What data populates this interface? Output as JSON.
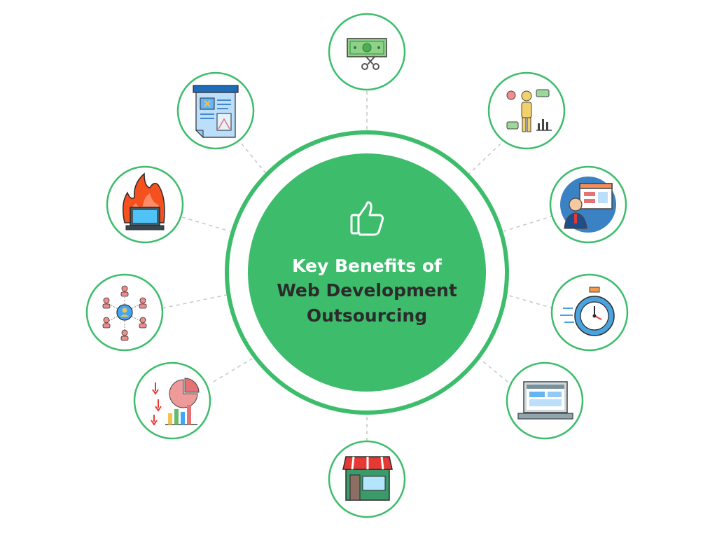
{
  "title_lines": [
    "Key Benefits of",
    "Web Development",
    "Outsourcing"
  ],
  "center_icon": "thumbs-up-icon",
  "nodes": [
    {
      "icon": "money-cut-icon"
    },
    {
      "icon": "consultant-chart-icon"
    },
    {
      "icon": "developer-browser-icon"
    },
    {
      "icon": "stopwatch-icon"
    },
    {
      "icon": "laptop-webpage-icon"
    },
    {
      "icon": "storefront-icon"
    },
    {
      "icon": "analytics-charts-icon"
    },
    {
      "icon": "team-network-icon"
    },
    {
      "icon": "laptop-fire-icon"
    },
    {
      "icon": "blueprint-document-icon"
    }
  ],
  "colors": {
    "primary_green": "#3dbd6b",
    "title_white": "#ffffff",
    "title_dark": "#2b2b2b",
    "connector": "#c9c9c9"
  }
}
